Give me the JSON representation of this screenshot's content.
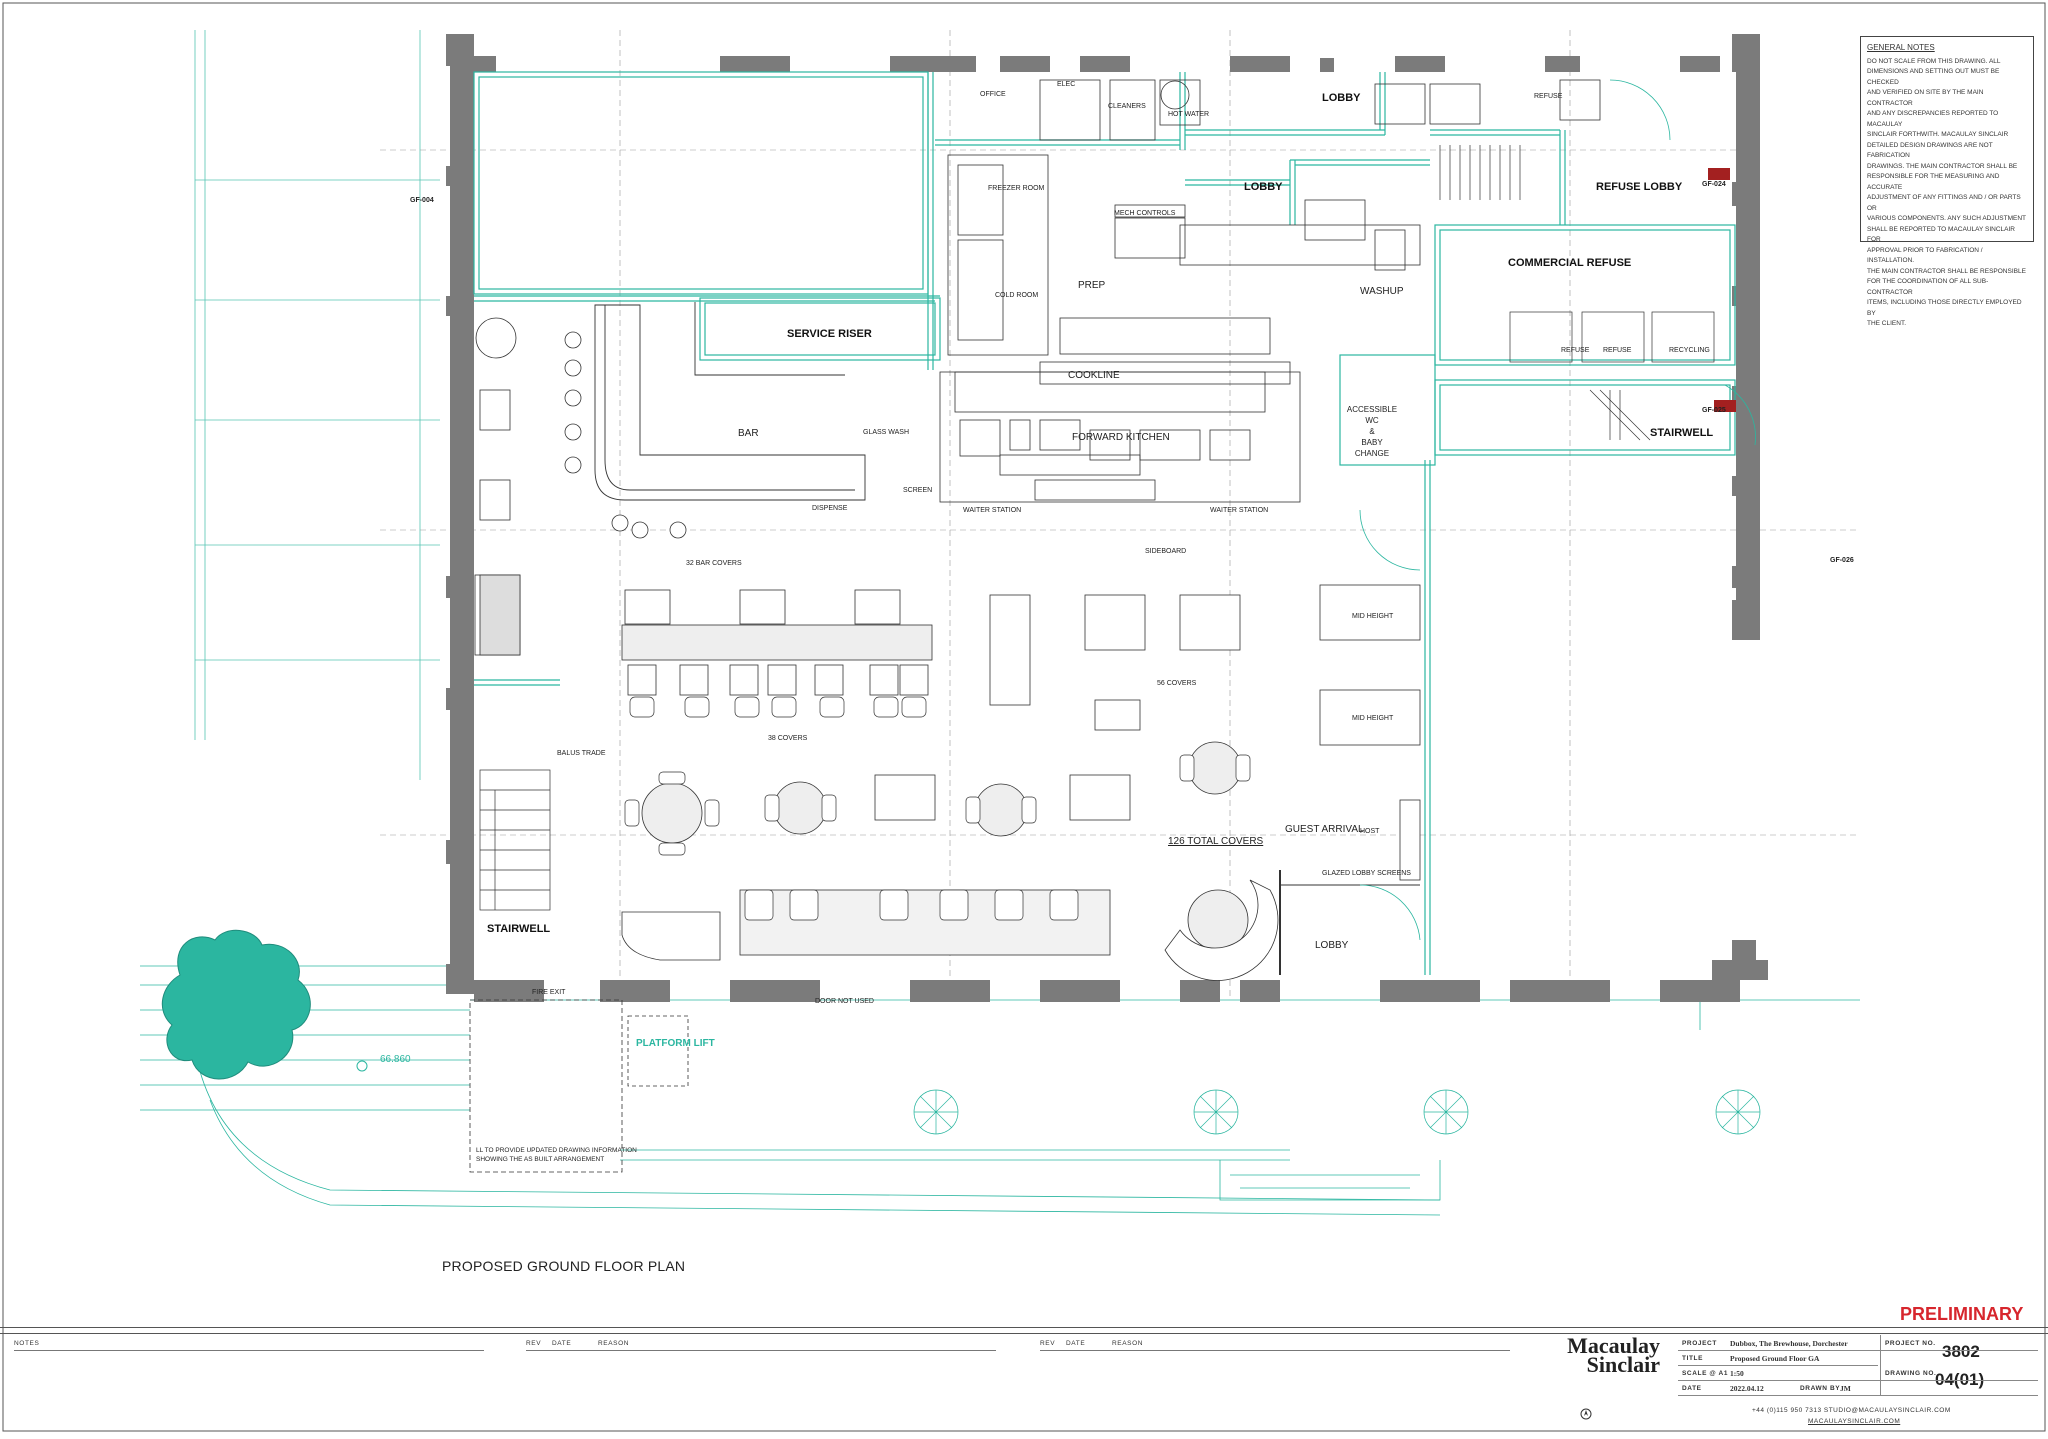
{
  "plan_title": "PROPOSED GROUND FLOOR PLAN",
  "status": "PRELIMINARY",
  "general_notes": {
    "heading": "GENERAL NOTES",
    "lines": [
      "DO NOT SCALE FROM THIS DRAWING. ALL",
      "DIMENSIONS AND SETTING OUT MUST BE CHECKED",
      "AND VERIFIED ON SITE BY THE MAIN CONTRACTOR",
      "AND ANY DISCREPANCIES REPORTED TO MACAULAY",
      "SINCLAIR FORTHWITH. MACAULAY SINCLAIR",
      "DETAILED DESIGN DRAWINGS ARE NOT FABRICATION",
      "DRAWINGS. THE MAIN CONTRACTOR SHALL BE",
      "RESPONSIBLE FOR THE MEASURING AND ACCURATE",
      "ADJUSTMENT OF ANY FITTINGS AND / OR PARTS OR",
      "VARIOUS COMPONENTS. ANY SUCH ADJUSTMENT",
      "SHALL BE REPORTED TO MACAULAY SINCLAIR FOR",
      "APPROVAL PRIOR TO FABRICATION / INSTALLATION.",
      "THE MAIN CONTRACTOR SHALL BE RESPONSIBLE",
      "FOR THE COORDINATION OF ALL SUB-CONTRACTOR",
      "ITEMS, INCLUDING THOSE DIRECTLY EMPLOYED BY",
      "THE CLIENT."
    ]
  },
  "rooms": {
    "office": "OFFICE",
    "elec": "ELEC",
    "cleaners": "CLEANERS",
    "hot_water": "HOT WATER",
    "lobby_top": "LOBBY",
    "lobby_mid": "LOBBY",
    "lobby_entrance": "LOBBY",
    "refuse_top": "REFUSE",
    "refuse_lobby": "REFUSE LOBBY",
    "freezer_room": "FREEZER ROOM",
    "cold_room": "COLD ROOM",
    "mech_controls": "MECH CONTROLS",
    "prep": "PREP",
    "washup": "WASHUP",
    "commercial_refuse": "COMMERCIAL REFUSE",
    "service_riser": "SERVICE RISER",
    "bar": "BAR",
    "glass_wash": "GLASS WASH",
    "dispense": "DISPENSE",
    "screen": "SCREEN",
    "cookline": "COOKLINE",
    "forward_kitchen": "FORWARD KITCHEN",
    "waiter_station": "WAITER STATION",
    "accessible_wc": "ACCESSIBLE WC & BABY CHANGE",
    "stairwell_right": "STAIRWELL",
    "stairwell_left": "STAIRWELL",
    "sideboard": "SIDEBOARD",
    "bar_covers": "32 BAR COVERS",
    "covers_38": "38 COVERS",
    "covers_56": "56 COVERS",
    "total_covers": "126 TOTAL COVERS",
    "guest_arrival": "GUEST ARRIVAL",
    "glazed_lobby_screens": "GLAZED LOBBY SCREENS",
    "mid_height": "MID HEIGHT",
    "host": "HOST",
    "balustrade": "BALUS TRADE",
    "fire_exit": "FIRE EXIT",
    "door_not_used": "DOOR NOT USED",
    "platform_lift": "PLATFORM LIFT",
    "ll_note": "LL TO PROVIDE UPDATED DRAWING INFORMATION SHOWING THE AS BUILT ARRANGEMENT",
    "refuse_bin": "REFUSE",
    "recycling_bin": "RECYCLING"
  },
  "markers": {
    "gf_004": "GF-004",
    "gf_024": "GF-024",
    "gf_025": "GF-025",
    "gf_026": "GF-026",
    "level": "66.860"
  },
  "title_block": {
    "notes_label": "NOTES",
    "rev": "REV",
    "date": "DATE",
    "reason": "REASON",
    "logo_line1": "Macaulay",
    "logo_line2": "Sinclair",
    "project_k": "PROJECT",
    "project_v": "Dubbox, The Brewhouse, Dorchester",
    "title_k": "TITLE",
    "title_v": "Proposed Ground Floor GA",
    "scale_k": "SCALE @ A1",
    "scale_v": "1:50",
    "date_k": "DATE",
    "date_v": "2022.04.12",
    "drawn_k": "DRAWN BY",
    "drawn_v": "JM",
    "project_no_k": "PROJECT NO.",
    "project_no_v": "3802",
    "drawing_no_k": "DRAWING NO.",
    "drawing_no_v": "04(01)",
    "contact": "+44 (0)115 950 7313  STUDIO@MACAULAYSINCLAIR.COM",
    "website": "MACAULAYSINCLAIR.COM"
  },
  "colors": {
    "wall": "#7b7b7b",
    "teal": "#2bb6a0",
    "accent_red": "#d7262d",
    "line": "#333333"
  }
}
